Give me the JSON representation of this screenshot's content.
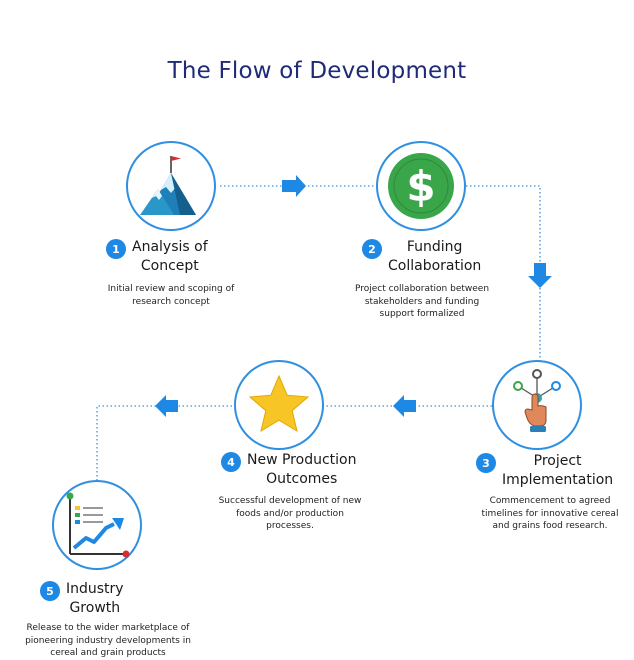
{
  "title": "The Flow of Development",
  "steps": [
    {
      "number": "1",
      "title_line1": "Analysis of",
      "title_line2": "Concept",
      "desc_line1": "Initial review and scoping of",
      "desc_line2": "research concept",
      "desc_line3": ""
    },
    {
      "number": "2",
      "title_line1": "Funding",
      "title_line2": "Collaboration",
      "desc_line1": "Project collaboration between",
      "desc_line2": "stakeholders and funding",
      "desc_line3": "support formalized"
    },
    {
      "number": "3",
      "title_line1": "Project",
      "title_line2": "Implementation",
      "desc_line1": "Commencement to agreed",
      "desc_line2": "timelines for innovative cereal",
      "desc_line3": "and grains food research."
    },
    {
      "number": "4",
      "title_line1": "New Production",
      "title_line2": "Outcomes",
      "desc_line1": "Successful development of new",
      "desc_line2": "foods and/or production",
      "desc_line3": "processes."
    },
    {
      "number": "5",
      "title_line1": "Industry",
      "title_line2": "Growth",
      "desc_line1": "Release to the wider marketplace of",
      "desc_line2": "pioneering industry developments in",
      "desc_line3": "cereal and grain products"
    }
  ],
  "icons": [
    "mountain-flag-icon",
    "dollar-coin-icon",
    "touch-network-icon",
    "star-icon",
    "growth-chart-icon"
  ],
  "colors": {
    "title": "#1f2a78",
    "accent": "#1e88e5",
    "circle_border": "#2f8fe0",
    "connector": "#2f8fe0"
  }
}
